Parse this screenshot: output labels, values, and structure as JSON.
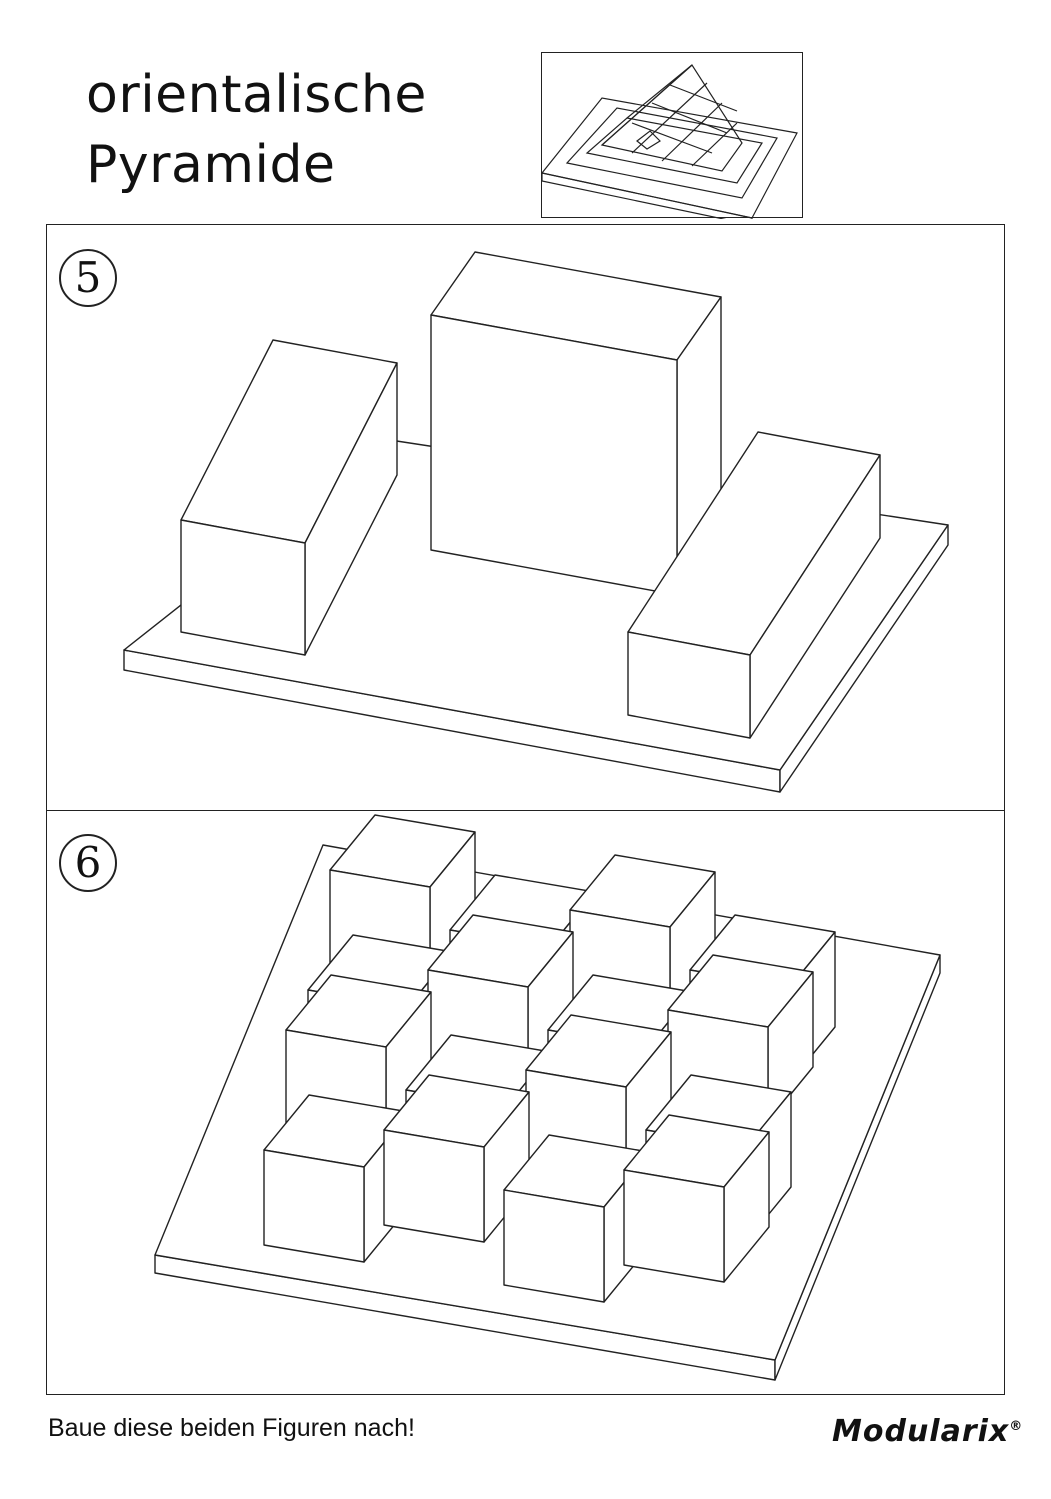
{
  "header": {
    "title_line1": "orientalische",
    "title_line2": "Pyramide"
  },
  "figures": [
    {
      "number": "5"
    },
    {
      "number": "6"
    }
  ],
  "footer": {
    "instruction": "Baue diese beiden Figuren nach!",
    "brand": "Modularix",
    "registered": "®"
  }
}
